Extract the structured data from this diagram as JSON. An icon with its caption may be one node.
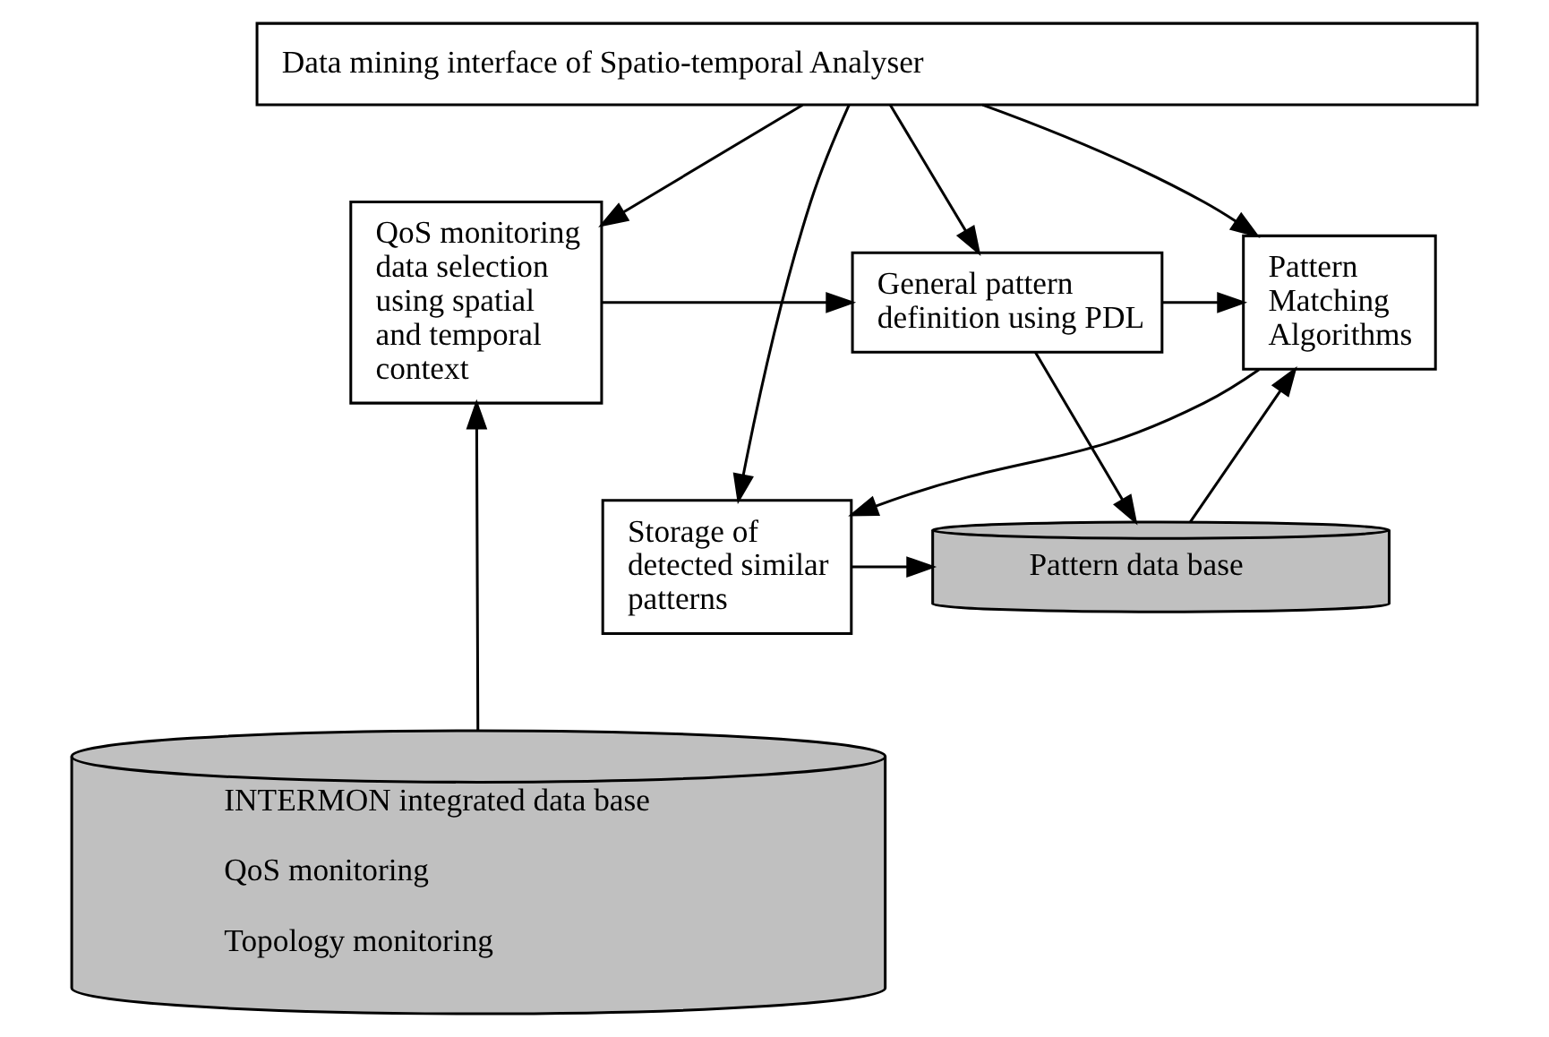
{
  "diagram": {
    "nodes": [
      {
        "text": [
          "Data mining interface of Spatio-temporal Analyser"
        ]
      },
      {
        "text": [
          "QoS monitoring data selection using spatial and temporal context"
        ]
      },
      {
        "text": [
          "General pattern definition using PDL"
        ]
      },
      {
        "text": [
          "Pattern Matching Algorithms"
        ]
      },
      {
        "text": [
          "Pattern data base"
        ]
      },
      {
        "text": [
          "Storage of detected similar patterns"
        ]
      },
      {
        "text": [
          "INTERMON integrated data base",
          "QoS monitoring",
          "Topology monitoring"
        ]
      }
    ],
    "edges": [
      {
        "from": 0,
        "to": 1,
        "arrow": "to"
      },
      {
        "from": 0,
        "to": 2,
        "arrow": "to"
      },
      {
        "from": 0,
        "to": 3,
        "arrow": "to"
      },
      {
        "from": 0,
        "to": 5,
        "arrow": "to"
      },
      {
        "from": 1,
        "to": 2,
        "arrow": "to"
      },
      {
        "from": 2,
        "to": 3,
        "arrow": "to"
      },
      {
        "from": 2,
        "to": 4,
        "arrow": "to"
      },
      {
        "from": 4,
        "to": 3,
        "arrow": "to"
      },
      {
        "from": 3,
        "to": 5,
        "arrow": "to"
      },
      {
        "from": 5,
        "to": 4,
        "arrow": "to"
      },
      {
        "from": 6,
        "to": 1,
        "arrow": "to"
      }
    ]
  }
}
